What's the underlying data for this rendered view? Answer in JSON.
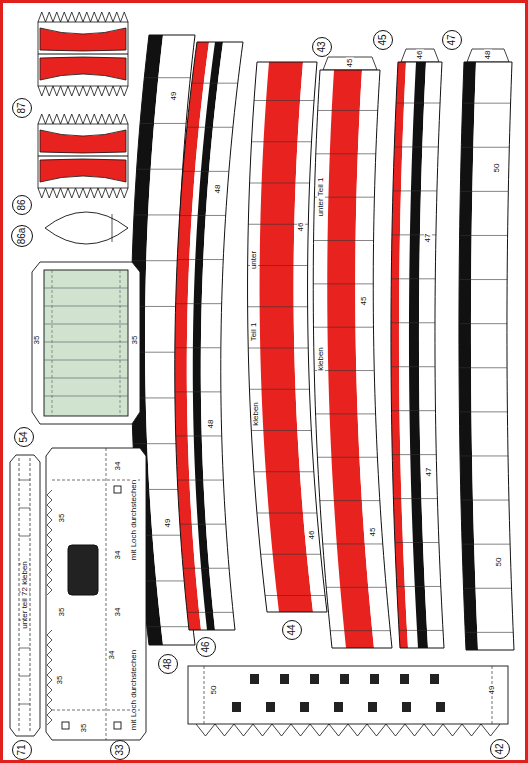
{
  "diagram": {
    "nodes": [
      {
        "text": [
          "87"
        ]
      },
      {
        "text": [
          "86"
        ]
      },
      {
        "text": [
          "86a"
        ]
      },
      {
        "text": [
          "54"
        ]
      },
      {
        "text": [
          "71"
        ]
      },
      {
        "text": [
          "33"
        ]
      },
      {
        "text": [
          "48"
        ]
      },
      {
        "text": [
          "46"
        ]
      },
      {
        "text": [
          "44"
        ]
      },
      {
        "text": [
          "43"
        ]
      },
      {
        "text": [
          "45"
        ]
      },
      {
        "text": [
          "47"
        ]
      },
      {
        "text": [
          "42"
        ]
      }
    ],
    "labels": [
      "49",
      "49",
      "48",
      "48",
      "46",
      "unter",
      "Teil 1",
      "kleben",
      "46",
      "45",
      "unter Teil 1",
      "kleben",
      "45",
      "45",
      "46",
      "47",
      "47",
      "48",
      "50",
      "50",
      "35",
      "35",
      "mit Loch durchstechen",
      "35",
      "34",
      "35",
      "34",
      "35",
      "34",
      "35",
      "34",
      "mit Loch durchstechen",
      "unter teil 72 kleben",
      "50",
      "49"
    ]
  }
}
